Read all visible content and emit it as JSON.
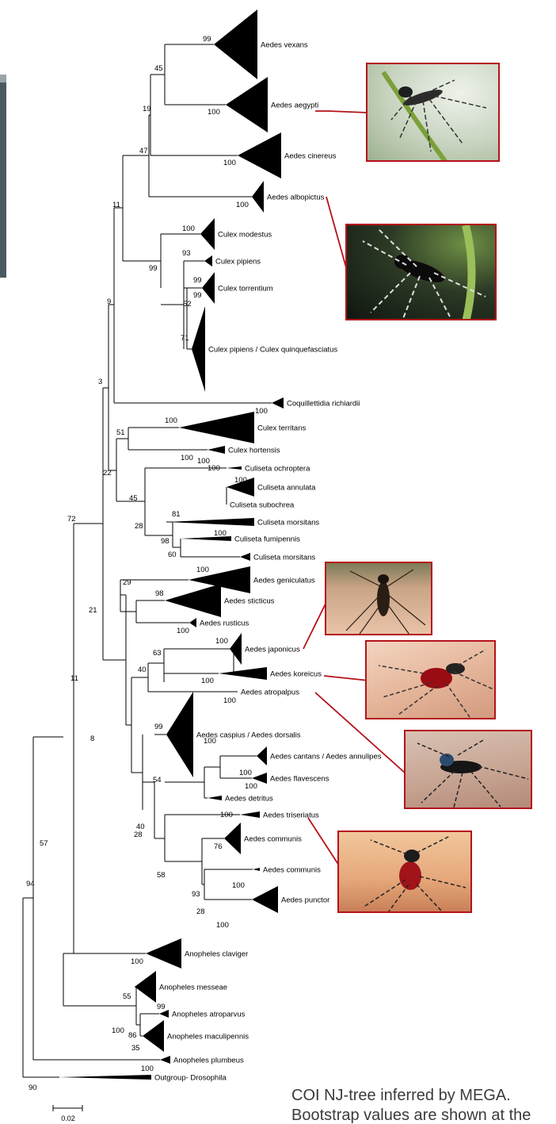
{
  "caption": "COI NJ-tree inferred by MEGA. Bootstrap values are shown at the branches",
  "scale_bar_label": "0.02",
  "colors": {
    "callout": "#b5121b",
    "branch": "#000000",
    "caption_text": "#3b3b3b",
    "slide_bar": "#4a5960"
  },
  "taxa": [
    "Aedes vexans",
    "Aedes aegypti",
    "Aedes cinereus",
    "Aedes albopictus",
    "Culex modestus",
    "Culex pipiens",
    "Culex torrentium",
    "Culex pipiens / Culex quinquefasciatus",
    "Coquillettidia richiardii",
    "Culex territans",
    "Culex hortensis",
    "Culiseta ochroptera",
    "Culiseta annulata",
    "Culiseta subochrea",
    "Culiseta morsitans",
    "Culiseta fumipennis",
    "Culiseta morsitans",
    "Aedes geniculatus",
    "Aedes sticticus",
    "Aedes rusticus",
    "Aedes japonicus",
    "Aedes koreicus",
    "Aedes atropalpus",
    "Aedes caspius / Aedes dorsalis",
    "Aedes cantans / Aedes annulipes",
    "Aedes flavescens",
    "Aedes detritus",
    "Aedes triseriatus",
    "Aedes communis",
    "Aedes communis",
    "Aedes punctor",
    "Anopheles claviger",
    "Anopheles messeae",
    "Anopheles atroparvus",
    "Anopheles maculipennis",
    "Anopheles plumbeus",
    "Outgroup- Drosophila"
  ],
  "bootstrap": [
    "99",
    "45",
    "100",
    "19",
    "47",
    "100",
    "100",
    "11",
    "100",
    "99",
    "93",
    "99",
    "99",
    "52",
    "71",
    "9",
    "100",
    "3",
    "100",
    "51",
    "100",
    "100",
    "22",
    "100",
    "100",
    "45",
    "28",
    "81",
    "100",
    "98",
    "60",
    "72",
    "100",
    "98",
    "29",
    "100",
    "21",
    "100",
    "63",
    "40",
    "100",
    "100",
    "11",
    "99",
    "8",
    "100",
    "100",
    "54",
    "100",
    "28",
    "100",
    "40",
    "76",
    "100",
    "58",
    "93",
    "28",
    "100",
    "57",
    "94",
    "100",
    "55",
    "99",
    "100",
    "86",
    "35",
    "100",
    "90"
  ]
}
